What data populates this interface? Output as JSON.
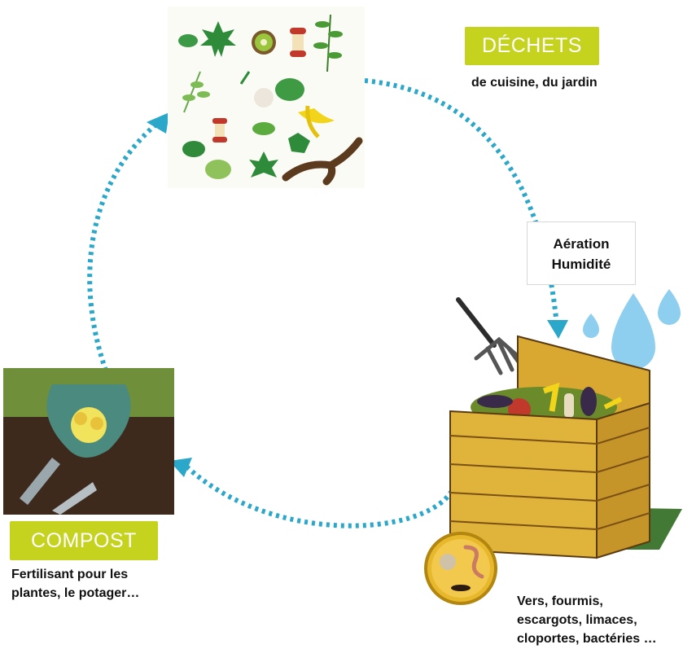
{
  "dechets": {
    "tag": "DÉCHETS",
    "caption": "de cuisine, du jardin"
  },
  "conditions": {
    "line1": "Aération",
    "line2": "Humidité"
  },
  "compost": {
    "tag": "COMPOST",
    "line1": "Fertilisant pour les",
    "line2": "plantes, le potager…"
  },
  "organisms": {
    "line1": "Vers, fourmis,",
    "line2": "escargots, limaces,",
    "line3": "cloportes, bactéries …"
  },
  "colors": {
    "tag_bg": "#c5d21e",
    "arrow": "#2aa7c9",
    "water": "#8ecff0",
    "wood": "#d9a830"
  },
  "icons": [
    "kitchen-garden-waste-illustration",
    "water-drops-icon",
    "compost-bin-illustration",
    "pitchfork-icon",
    "soil-organisms-icon",
    "gardening-hands-photo"
  ]
}
